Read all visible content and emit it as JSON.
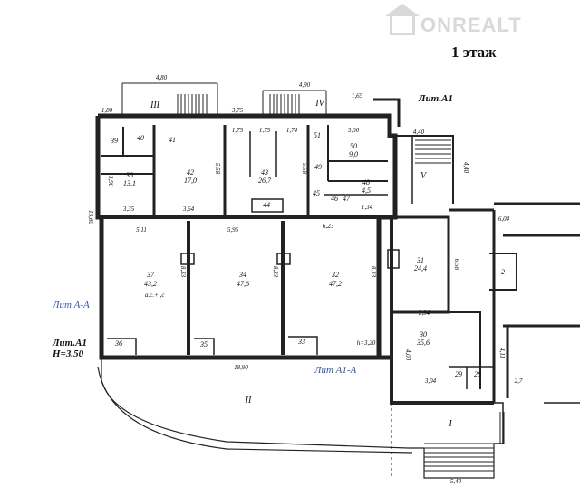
{
  "watermark": {
    "text": "ONREALT",
    "icon": "house-logo-icon"
  },
  "floor_title": "1 этаж",
  "building_labels": {
    "lit_a1_top": "Лит.А1",
    "lit_a1_left": "Лит.А1",
    "height": "Н=3,50",
    "hand_left": "Лит А-А",
    "hand_bottom": "Лит А1-А",
    "section_III": "III",
    "section_IV": "IV",
    "section_V": "V",
    "section_II": "II",
    "section_I": "I"
  },
  "rooms": [
    {
      "num": "37",
      "area": "43,2"
    },
    {
      "num": "34",
      "area": "47,6"
    },
    {
      "num": "32",
      "area": "47,2"
    },
    {
      "num": "31",
      "area": "24,4"
    },
    {
      "num": "30",
      "area": "35,6"
    },
    {
      "num": "42",
      "area": "17,0"
    },
    {
      "num": "43",
      "area": "26,7"
    },
    {
      "num": "38",
      "area": "13,1"
    },
    {
      "num": "50",
      "area": "9,0"
    },
    {
      "num": "48",
      "area": "4,5"
    }
  ],
  "small_rooms": [
    "39",
    "40",
    "41",
    "44",
    "45",
    "46",
    "47",
    "49",
    "51",
    "36",
    "35",
    "33",
    "29",
    "28",
    "2"
  ],
  "dimensions": {
    "d480": "4,80",
    "d490": "4,90",
    "d165": "1,65",
    "d180": "1,80",
    "d375": "3,75",
    "d300": "3,00",
    "d175a": "1,75",
    "d175b": "1,75",
    "d174": "1,74",
    "d390": "3,90",
    "d558a": "5,58",
    "d558b": "5,58",
    "d134": "1,34",
    "d440a": "4,40",
    "d440b": "4,40",
    "d335": "3,35",
    "d364": "3,64",
    "d1560": "15,60",
    "d511": "5,11",
    "d595": "5,95",
    "d623": "6,23",
    "d604": "6,04",
    "d833a": "8,33",
    "d833b": "8,33",
    "d833c": "8,33",
    "d658": "6,58",
    "d294": "2,94",
    "d400": "4,00",
    "d411": "4,11",
    "d1890": "18,90",
    "d304": "3,04",
    "d540": "5,40",
    "d27": "2,7",
    "h320": "h=3,20"
  },
  "handwritten_note": "a.c.+ ,с"
}
